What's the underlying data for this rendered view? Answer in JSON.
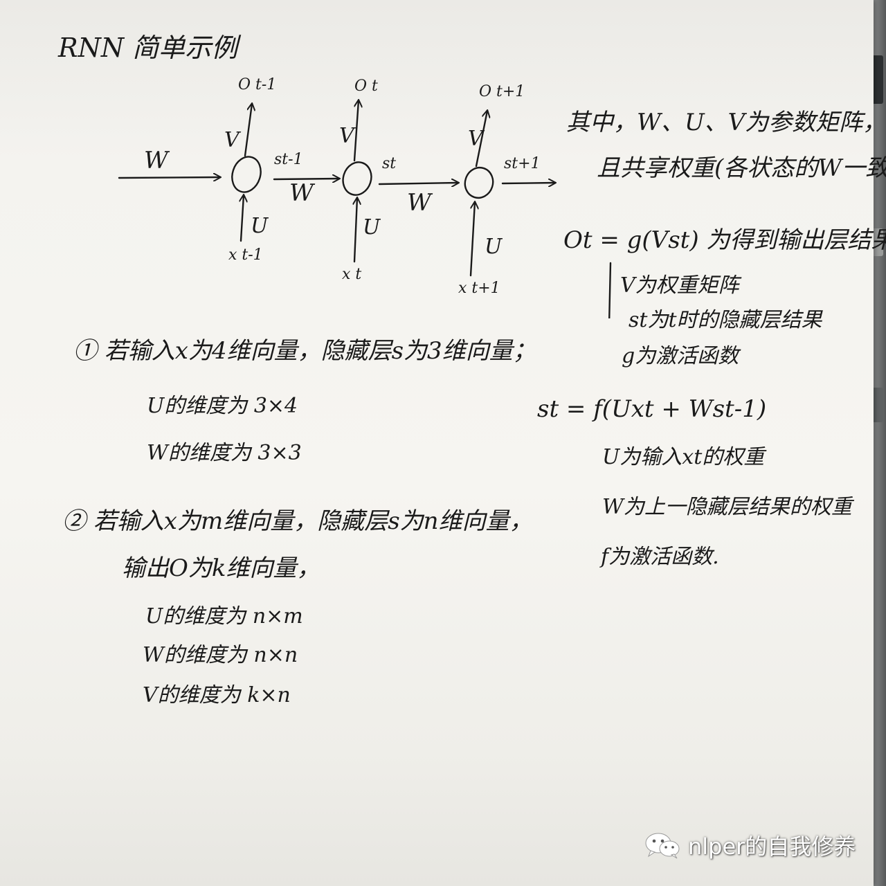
{
  "title": "RNN 简单示例",
  "diagram": {
    "input_arrow_label": "W",
    "between_labels": [
      "W",
      "W"
    ],
    "nodes": [
      {
        "output": "O t-1",
        "v_label": "V",
        "state": "st-1",
        "u_label": "U",
        "input": "x t-1"
      },
      {
        "output": "O t",
        "v_label": "V",
        "state": "st",
        "u_label": "U",
        "input": "x t"
      },
      {
        "output": "O t+1",
        "v_label": "V",
        "state": "st+1",
        "u_label": "U",
        "input": "x t+1"
      }
    ]
  },
  "notes_right": {
    "line1": "其中，W、U、V为参数矩阵，",
    "line2": "且共享权重(各状态的W一致)",
    "ot_formula": "Ot = g(Vst) 为得到输出层结果",
    "ot_items": [
      "V为权重矩阵",
      "st为t时的隐藏层结果",
      "g为激活函数"
    ],
    "st_formula": "st = f(Uxt + Wst-1)",
    "st_items": [
      "U为输入xt的权重",
      "W为上一隐藏层结果的权重",
      "f为激活函数."
    ]
  },
  "notes_left": {
    "case1": "① 若输入x为4维向量，隐藏层s为3维向量；",
    "case1_items": [
      "U的维度为 3×4",
      "W的维度为 3×3"
    ],
    "case2_line1": "② 若输入x为m维向量，隐藏层s为n维向量，",
    "case2_line2": "输出O为k维向量，",
    "case2_items": [
      "U的维度为 n×m",
      "W的维度为 n×n",
      "V的维度为 k×n"
    ]
  },
  "watermark": {
    "text": "nlper的自我修养",
    "icon": "wechat-icon"
  }
}
